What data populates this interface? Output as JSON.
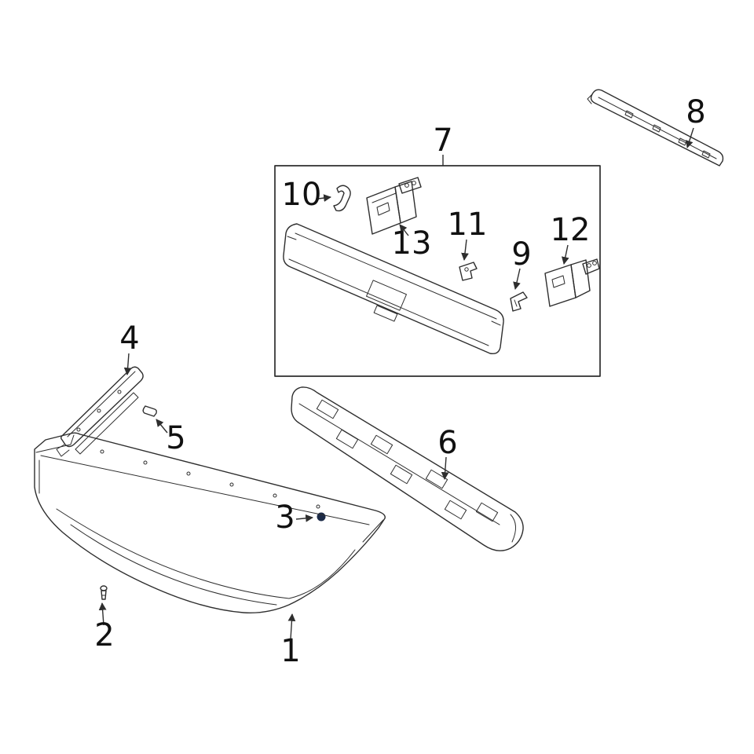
{
  "diagram": {
    "description": "Exploded parts diagram of an automotive rear bumper assembly",
    "line_color": "#2e2e2e",
    "fastener_dot_color": "#1b2a47",
    "callouts": [
      {
        "label": "1"
      },
      {
        "label": "2"
      },
      {
        "label": "3"
      },
      {
        "label": "4"
      },
      {
        "label": "5"
      },
      {
        "label": "6"
      },
      {
        "label": "7"
      },
      {
        "label": "8"
      },
      {
        "label": "9"
      },
      {
        "label": "10"
      },
      {
        "label": "11"
      },
      {
        "label": "12"
      },
      {
        "label": "13"
      }
    ]
  }
}
